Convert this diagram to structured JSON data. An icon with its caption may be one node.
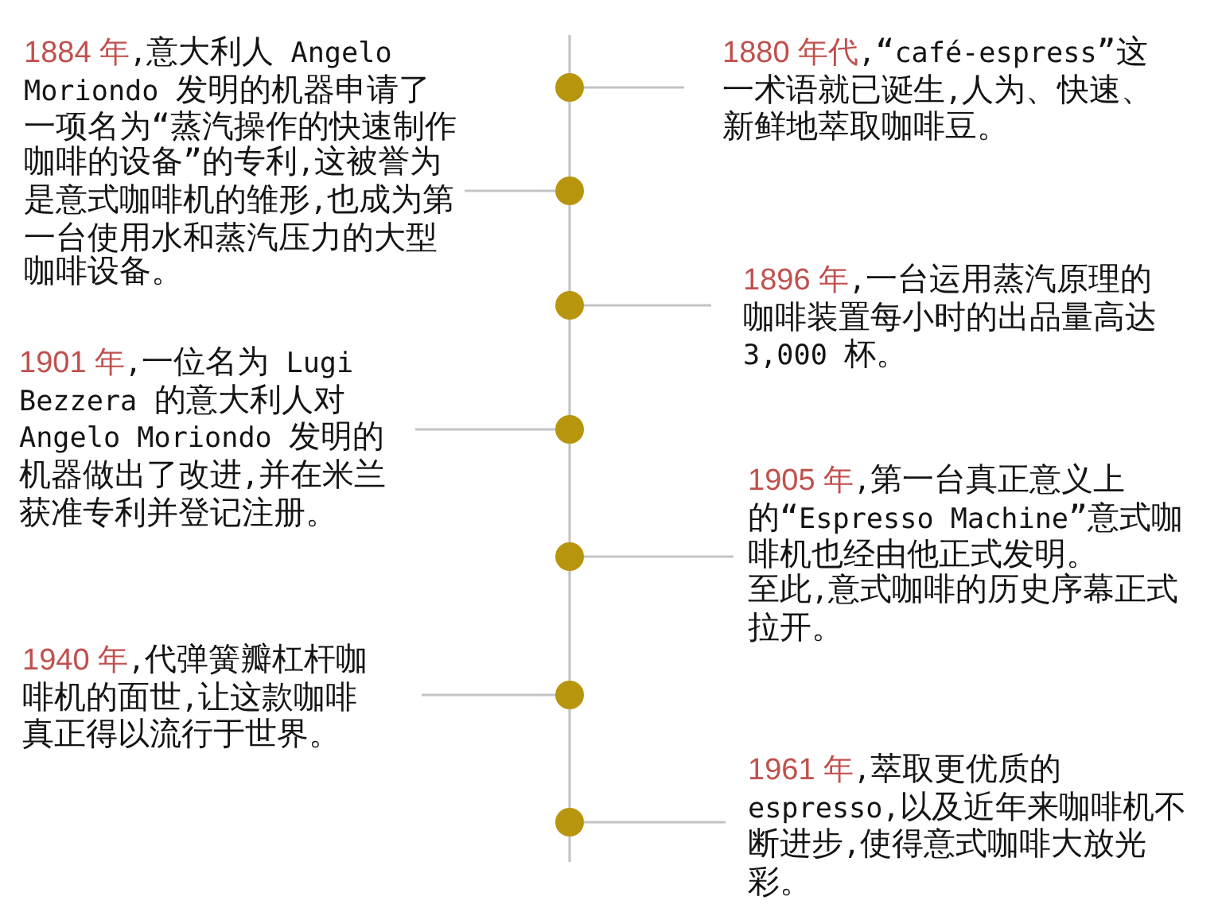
{
  "diagram": {
    "nodes": [
      {
        "text": [
          "1884 年,意大利人 Angelo Moriondo 发明的机器申请了一项名为“蒸汽操作的快速制作咖啡的设备”的专利,这被誉为是意式咖啡机的雏形,也成为第一台使用水和蒸汽压力的大型咖啡设备。"
        ]
      },
      {
        "text": [
          "1880 年代,“café-espress”这一术语就已诞生,人为、快速、新鲜地萃取咖啡豆。"
        ]
      },
      {
        "text": [
          "1896 年,一台运用蒸汽原理的咖啡装置每小时的出品量高达 3,000 杯。"
        ]
      },
      {
        "text": [
          "1901 年,一位名为 Lugi Bezzera 的意大利人对 Angelo Moriondo 发明的机器做出了改进,并在米兰获准专利并登记注册。"
        ]
      },
      {
        "text": [
          "1905 年,第一台真正意义上的“Espresso Machine”意式咖啡机也经由他正式发明。",
          "至此,意式咖啡的历史序幕正式拉开。"
        ]
      },
      {
        "text": [
          "1940 年,代弹簧瓣杠杆咖啡机的面世,让这款咖啡真正得以流行于世界。"
        ]
      },
      {
        "text": [
          "1961 年,萃取更优质的 espresso,以及近年来咖啡机不断进步,使得意式咖啡大放光彩。"
        ]
      },
      {
        "text": [],
        "shape": "circle"
      },
      {
        "text": [],
        "shape": "circle"
      },
      {
        "text": [],
        "shape": "circle"
      },
      {
        "text": [],
        "shape": "circle"
      },
      {
        "text": [],
        "shape": "circle"
      },
      {
        "text": [],
        "shape": "circle"
      },
      {
        "text": [],
        "shape": "circle"
      }
    ],
    "edges": [
      {
        "from": 1,
        "to": 7,
        "arrow": "none"
      },
      {
        "from": 0,
        "to": 8,
        "arrow": "none"
      },
      {
        "from": 2,
        "to": 9,
        "arrow": "none"
      },
      {
        "from": 3,
        "to": 10,
        "arrow": "none"
      },
      {
        "from": 4,
        "to": 11,
        "arrow": "none"
      },
      {
        "from": 5,
        "to": 12,
        "arrow": "none"
      },
      {
        "from": 6,
        "to": 13,
        "arrow": "none"
      }
    ]
  }
}
